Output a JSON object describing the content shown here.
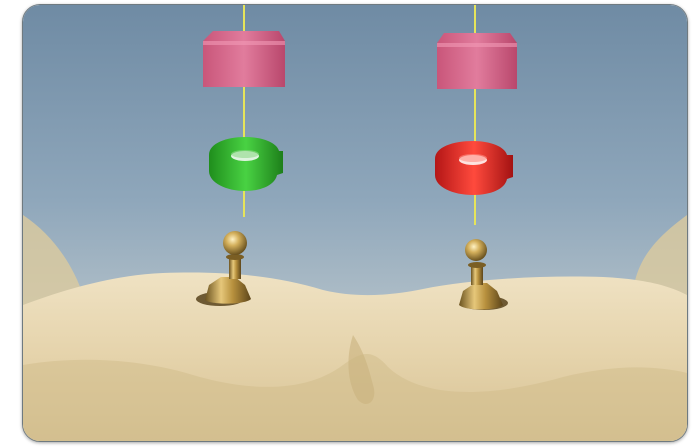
{
  "scene": {
    "subject": "dental-model-with-two-ball-abutments",
    "items": [
      {
        "name": "pink-housing-left",
        "color": "#d9698f"
      },
      {
        "name": "green-retention-ring",
        "color": "#2fb82a"
      },
      {
        "name": "ball-abutment-left",
        "color": "#c9a24a"
      },
      {
        "name": "pink-housing-right",
        "color": "#d9698f"
      },
      {
        "name": "red-retention-ring",
        "color": "#e42b2b"
      },
      {
        "name": "ball-abutment-right",
        "color": "#c9a24a"
      }
    ],
    "colors": {
      "background_top": "#7a95ad",
      "background_bottom": "#b8c6cf",
      "model": "#e8d9b6",
      "axis_line": "#e8e85a"
    }
  }
}
